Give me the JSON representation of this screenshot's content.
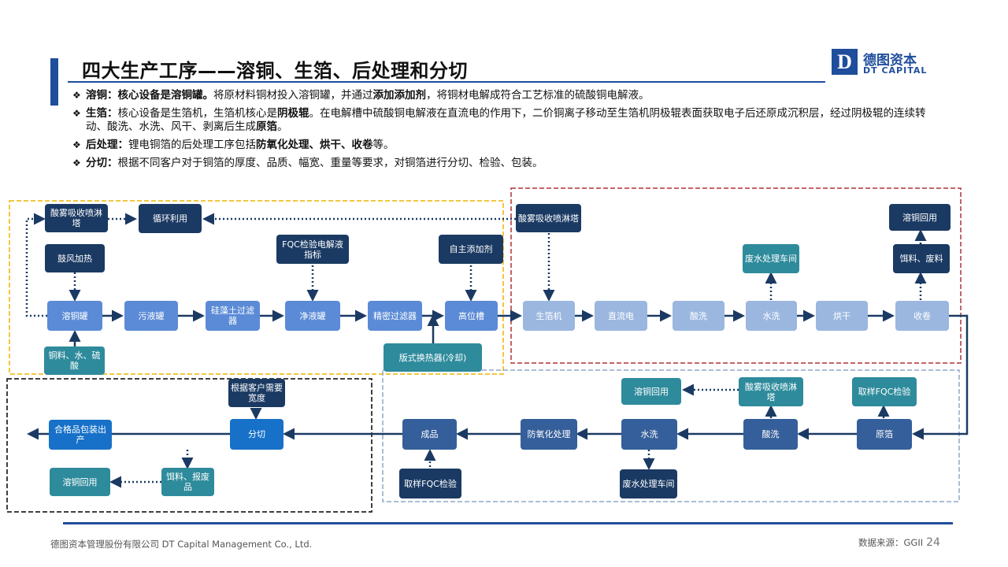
{
  "header": {
    "title": "四大生产工序——溶铜、生箔、后处理和分切",
    "logo_cn": "德图资本",
    "logo_en": "DT CAPITAL",
    "logo_letter": "D"
  },
  "bullets": [
    {
      "mark": "❖",
      "parts": [
        {
          "b": true,
          "t": "溶铜："
        },
        {
          "b": true,
          "t": "核心设备是溶铜罐。"
        },
        {
          "b": false,
          "t": "将原材料铜材投入溶铜罐，并通过"
        },
        {
          "b": true,
          "t": "添加添加剂"
        },
        {
          "b": false,
          "t": "，将铜材电解成符合工艺标准的硫酸铜电解液。"
        }
      ]
    },
    {
      "mark": "❖",
      "parts": [
        {
          "b": true,
          "t": "生箔："
        },
        {
          "b": false,
          "t": "核心设备是生箔机，生箔机核心是"
        },
        {
          "b": true,
          "t": "阴极辊"
        },
        {
          "b": false,
          "t": "。在电解槽中硫酸铜电解液在直流电的作用下，二价铜离子移动至生箔机阴极辊表面获取电子后还原成沉积层，经过阴极辊的连续转动、酸洗、水洗、风干、剥离后生成"
        },
        {
          "b": true,
          "t": "原箔"
        },
        {
          "b": false,
          "t": "。"
        }
      ]
    },
    {
      "mark": "❖",
      "parts": [
        {
          "b": true,
          "t": "后处理："
        },
        {
          "b": false,
          "t": "锂电铜箔的后处理工序包括"
        },
        {
          "b": true,
          "t": "防氧化处理、烘干、收卷"
        },
        {
          "b": false,
          "t": "等。"
        }
      ]
    },
    {
      "mark": "❖",
      "parts": [
        {
          "b": true,
          "t": "分切："
        },
        {
          "b": false,
          "t": "根据不同客户对于铜箔的厚度、品质、幅宽、重量等要求，对铜箔进行分切、检验、包装。"
        }
      ]
    }
  ],
  "nodes": {
    "acid_tower1": "酸雾吸收喷淋塔",
    "recycle": "循环利用",
    "blower": "鼓风加热",
    "fqc_liquid": "FQC检验电解液指标",
    "additive": "自主添加剂",
    "acid_tower2": "酸雾吸收喷淋塔",
    "recover1": "溶铜回用",
    "wastewater1": "废水处理车间",
    "scrap1": "饵料、废料",
    "dissolve_tank": "溶铜罐",
    "dirty_tank": "污液罐",
    "diatom_filter": "硅藻土过滤器",
    "clean_tank": "净液罐",
    "fine_filter": "精密过滤器",
    "high_tank": "高位槽",
    "foil_machine": "生箔机",
    "dc_power": "直流电",
    "pickling1": "酸洗",
    "washing1": "水洗",
    "drying": "烘干",
    "winding": "收卷",
    "materials": "铜料、水、硫酸",
    "heat_exchanger": "版式换热器(冷却)",
    "customer_width": "根据客户需要宽度",
    "recover2": "溶铜回用",
    "acid_tower3": "酸雾吸收喷淋塔",
    "sample_fqc1": "取样FQC检验",
    "qualified": "合格品包装出产",
    "slitting": "分切",
    "product": "成品",
    "anti_oxidation": "防氧化处理",
    "washing2": "水洗",
    "pickling2": "酸洗",
    "raw_foil": "原箔",
    "recover3": "溶铜回用",
    "scrap2": "饵料、报废品",
    "sample_fqc2": "取样FQC检验",
    "wastewater2": "废水处理车间"
  },
  "footer": {
    "company": "德图资本管理股份有限公司  DT Capital Management  Co., Ltd.",
    "source": "数据来源：GGII",
    "page": "24"
  },
  "colors": {
    "brand": "#1f4e9c",
    "dissolve_border": "#f0b400",
    "foil_border": "#b0323a",
    "post_border": "#8fa8c8",
    "slit_border": "#000000"
  }
}
